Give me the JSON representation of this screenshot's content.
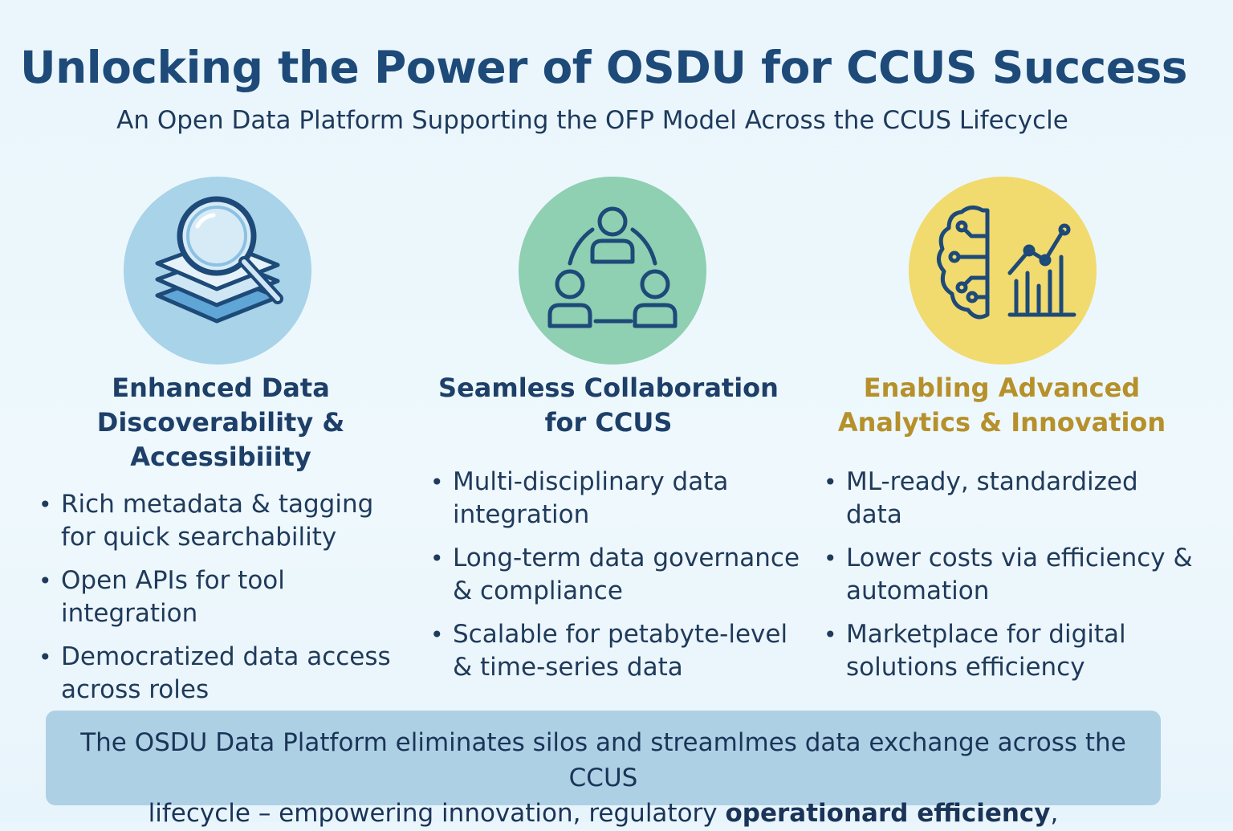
{
  "header": {
    "title": "Unlocking the Power of OSDU for CCUS Success",
    "subtitle": "An Open Data Platform Supporting the OFP Model Across the CCUS Lifecycle"
  },
  "columns": [
    {
      "icon": "magnifier-over-layers-icon",
      "circle_color": "#a8d3e8",
      "heading_line1": "Enhanced Data",
      "heading_line2": "Discoverability &",
      "heading_line3": "Accessibiiity",
      "heading_color": "#1d3f68",
      "bullets": [
        "Rich metadata & tagging for quick searchability",
        "Open APIs for tool integration",
        "Democratized data access across roles"
      ]
    },
    {
      "icon": "people-network-icon",
      "circle_color": "#8fcfb2",
      "heading_line1": "Seamless Collaboration",
      "heading_line2": "for CCUS",
      "heading_color": "#1d3f68",
      "bullets": [
        "Multi-disciplinary data integration",
        "Long-term data governance &  compliance",
        "Scalable for petabyte-level & time-series data"
      ]
    },
    {
      "icon": "brain-analytics-chart-icon",
      "circle_color": "#f1da6e",
      "heading_line1": "Enabling Advanced",
      "heading_line2": "Analytics & Innovation",
      "heading_color": "#b6902a",
      "bullets": [
        "ML-ready, standardized data",
        "Lower costs via efficiency & automation",
        "Marketplace for digital solutions efficiency"
      ]
    }
  ],
  "footer": {
    "line1": "The OSDU Data Platform eliminates silos and streamlmes data exchange across the CCUS",
    "line2_regular": "lifecycle – empowering innovation, regulatory ",
    "line2_bold": "operationard efficiency",
    "line2_end": ","
  }
}
